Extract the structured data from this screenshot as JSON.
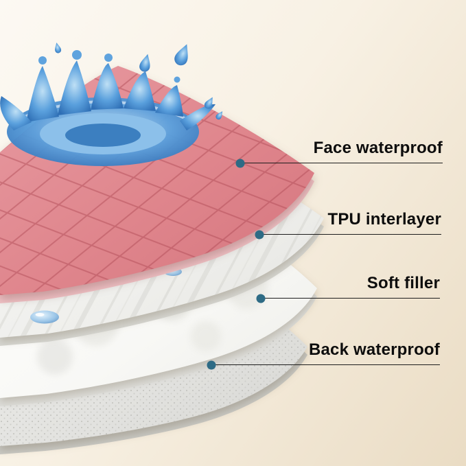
{
  "diagram": {
    "subject": "waterproof-pad-layer-structure",
    "callouts": [
      {
        "label": "Face waterproof"
      },
      {
        "label": "TPU interlayer"
      },
      {
        "label": "Soft filler"
      },
      {
        "label": "Back waterproof"
      }
    ]
  },
  "colors": {
    "background_light": "#fcf9f3",
    "background_dark": "#eadcc4",
    "face_layer_pink": "#df858c",
    "face_layer_edge": "#f1c2c6",
    "tpu_layer": "#f1f1ee",
    "soft_filler": "#fbfbf9",
    "back_layer": "#e4e4e1",
    "water_blue": "#4a94d8",
    "callout_dot": "#2e6b85",
    "callout_line": "#1c1c1c",
    "label_text": "#0d0d0d"
  }
}
